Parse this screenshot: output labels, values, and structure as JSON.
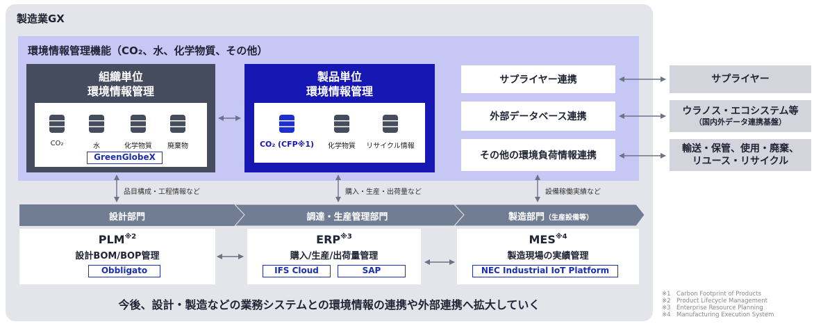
{
  "title": "製造業GX",
  "env_title": "環境情報管理機能（CO₂、水、化学物質、その他）",
  "org": {
    "line1": "組織単位",
    "line2": "環境情報管理",
    "items": [
      "CO₂",
      "水",
      "化学物質",
      "廃棄物"
    ],
    "product_tag": "GreenGlobeX"
  },
  "prod": {
    "line1": "製品単位",
    "line2": "環境情報管理",
    "items": [
      "CO₂ (CFP※1)",
      "化学物質",
      "リサイクル情報"
    ]
  },
  "links": {
    "supplier": "サプライヤー連携",
    "external_db": "外部データベース連携",
    "other_env": "その他の環境負荷情報連携"
  },
  "external": {
    "supplier": "サプライヤー",
    "uranos": "ウラノス・エコシステム等",
    "uranos_sub": "（国内外データ連携基盤）",
    "transport_line1": "輸送・保管、使用・廃棄、",
    "transport_line2": "リユース・リサイクル"
  },
  "arrow_labels": {
    "design": "品目構成・工程情報など",
    "procure": "購入・生産・出荷量など",
    "mfg": "設備稼働実績など"
  },
  "departments": {
    "design": "設計部門",
    "procurement": "調達・生産管理部門",
    "mfg": "製造部門",
    "mfg_sub": "（生産設備等）"
  },
  "systems": {
    "plm": {
      "name": "PLM",
      "note": "※2",
      "desc": "設計BOM/BOP管理",
      "tags": [
        "Obbligato"
      ]
    },
    "erp": {
      "name": "ERP",
      "note": "※3",
      "desc": "購入/生産/出荷量管理",
      "tags": [
        "IFS Cloud",
        "SAP"
      ]
    },
    "mes": {
      "name": "MES",
      "note": "※4",
      "desc": "製造現場の実績管理",
      "tags": [
        "NEC Industrial IoT Platform"
      ]
    }
  },
  "bottom_text": "今後、設計・製造などの業務システムとの環境情報の連携や外部連携へ拡大していく",
  "footnotes": [
    "※1　Carbon Footprint of Products",
    "※2　Product Lifecycle Management",
    "※3　Enterprise Resource Planning",
    "※4　Manufacturing Execution System"
  ],
  "colors": {
    "org_box": "#454c5e",
    "prod_box": "#1717b3",
    "env_panel": "#c6c7f5",
    "dept_band": "#717d93",
    "tag_border": "#1c2fb0"
  },
  "icons": [
    "database-icon",
    "double-arrow-icon"
  ]
}
